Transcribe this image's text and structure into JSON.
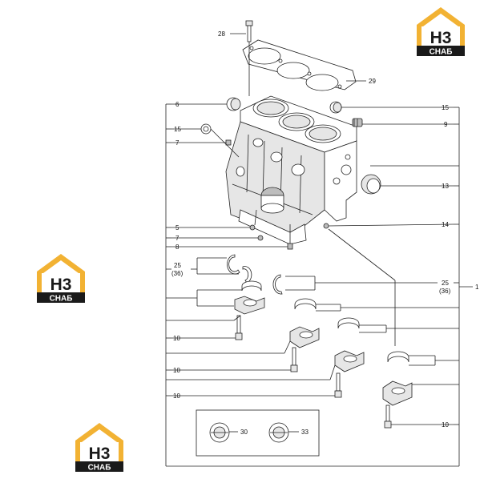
{
  "colors": {
    "line": "#222222",
    "logo_yellow": "#f2b233",
    "logo_dark": "#1a1a1a",
    "logo_white": "#ffffff"
  },
  "logo": {
    "main_text": "H3",
    "sub_text": "СНАБ"
  },
  "callouts": {
    "c28": "28",
    "c29": "29",
    "c6": "6",
    "c15a": "15",
    "c15b": "15",
    "c9": "9",
    "c7a": "7",
    "c13": "13",
    "c14": "14",
    "c5": "5",
    "c7b": "7",
    "c8": "8",
    "c25a": "25",
    "c36a": "(36)",
    "c25b": "25",
    "c36b": "(36)",
    "c1": "1",
    "c10a": "10",
    "c10b": "10",
    "c10c": "10",
    "c10d": "10",
    "c30": "30",
    "c33": "33"
  }
}
